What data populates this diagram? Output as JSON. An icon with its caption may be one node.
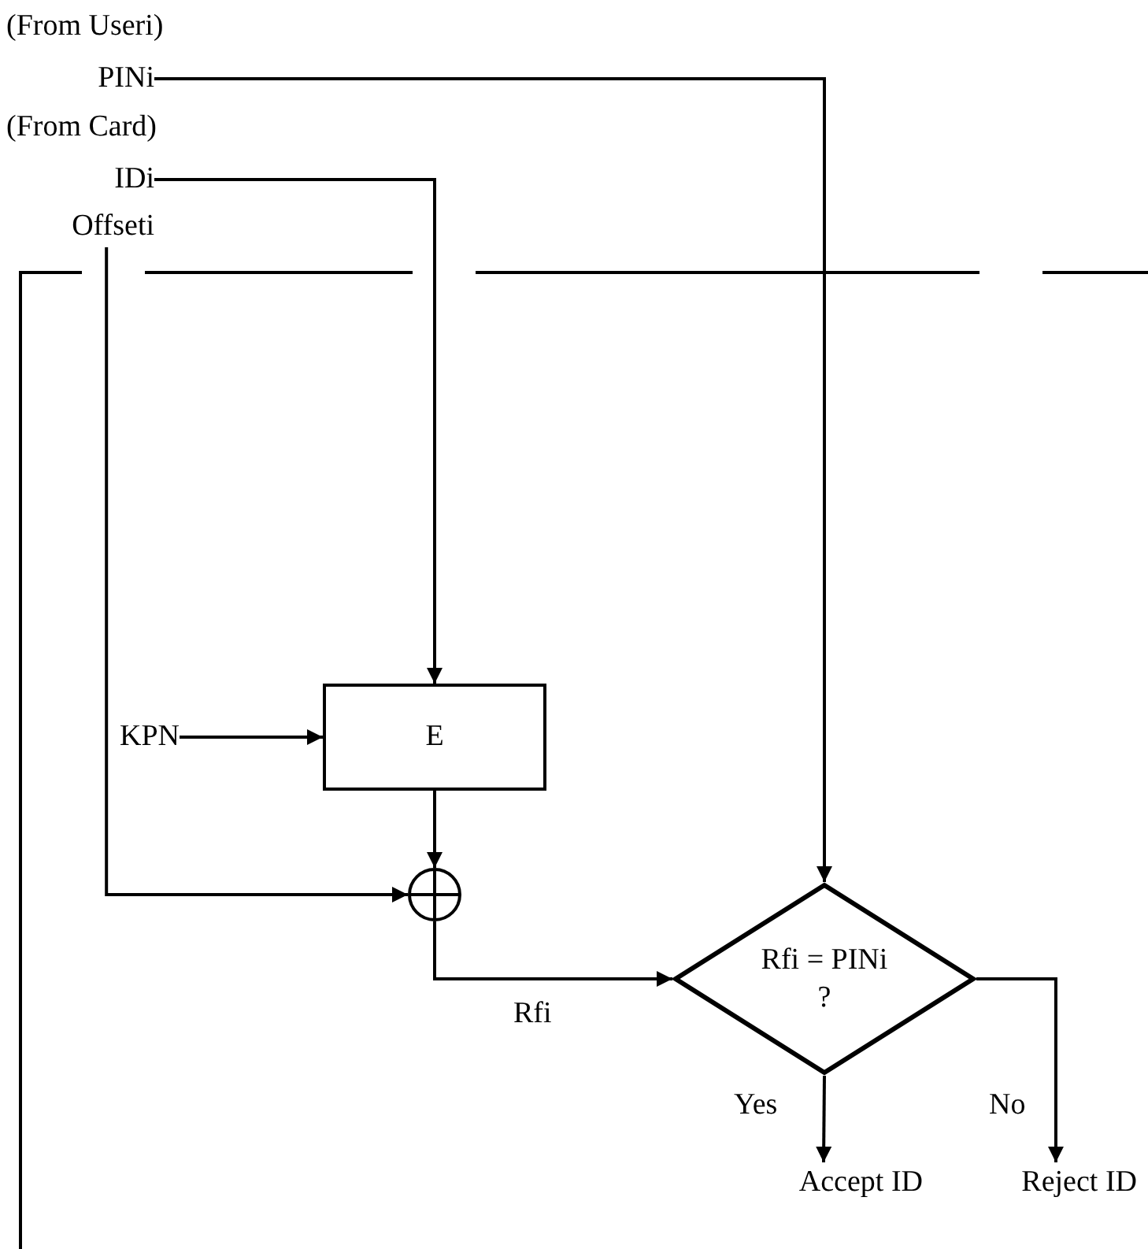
{
  "diagram": {
    "nodes": [
      {
        "text": [
          "PINi"
        ]
      },
      {
        "text": [
          "IDi"
        ]
      },
      {
        "text": [
          "Offseti"
        ]
      },
      {
        "text": [
          "KPN"
        ]
      },
      {
        "text": [
          "E"
        ]
      },
      {
        "text": [],
        "shape": "circle"
      },
      {
        "text": [
          "Rfi = PINi",
          "?"
        ]
      },
      {
        "text": [
          "Accept ID"
        ]
      },
      {
        "text": [
          "Reject ID"
        ]
      }
    ],
    "edges": [
      {
        "from": 0,
        "to": 6,
        "arrow": "to"
      },
      {
        "from": 1,
        "to": 4,
        "arrow": "to"
      },
      {
        "from": 3,
        "to": 4,
        "arrow": "to"
      },
      {
        "from": 4,
        "to": 5,
        "arrow": "to"
      },
      {
        "from": 2,
        "to": 5,
        "arrow": "to"
      },
      {
        "from": 5,
        "to": 6,
        "arrow": "to",
        "label": "Rfi"
      },
      {
        "from": 6,
        "to": 7,
        "arrow": "to",
        "label": "Yes"
      },
      {
        "from": 6,
        "to": 8,
        "arrow": "to",
        "label": "No"
      }
    ],
    "labels": [
      "(From Useri)",
      "(From Card)"
    ]
  }
}
